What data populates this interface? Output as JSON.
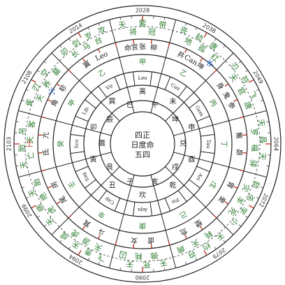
{
  "years": [
    {
      "label": "2028"
    },
    {
      "label": "2038"
    },
    {
      "label": "2049"
    },
    {
      "label": "2064"
    },
    {
      "label": "2072"
    },
    {
      "label": "2079"
    },
    {
      "label": "2090"
    },
    {
      "label": "2094"
    },
    {
      "label": "2099"
    },
    {
      "label": "2103"
    },
    {
      "label": "2108"
    },
    {
      "label": "2014"
    }
  ],
  "outer_sectors": [
    [
      "天",
      "将",
      "紫",
      "冠",
      "带"
    ],
    [
      "丧",
      "地",
      "劫",
      "孤",
      "唐",
      "红"
    ],
    [
      "刃",
      "天",
      "符",
      "官",
      "飞",
      "唐"
    ],
    [
      "天",
      "罗",
      "昌",
      "福",
      "天",
      "驿"
    ],
    [
      "劫",
      "灾",
      "杀",
      "羊",
      "学",
      "死",
      "小"
    ],
    [
      "天",
      "耗",
      "约",
      "天",
      "符",
      "病"
    ],
    [
      "天",
      "微",
      "死",
      "耗",
      "天",
      "囚"
    ],
    [
      "飞",
      "天",
      "贵",
      "游",
      "天",
      "虎",
      "成"
    ],
    [
      "天",
      "虎",
      "病",
      "绝",
      "天",
      "胎"
    ],
    [
      "天",
      "亡",
      "胎",
      "天",
      "吊",
      "客"
    ],
    [
      "雀",
      "天",
      "刃",
      "养",
      "空",
      "墓"
    ],
    [
      "卯",
      "长",
      "剑",
      "马",
      "岁",
      "台",
      "攻"
    ]
  ],
  "inner_sectors": [
    [
      "命宫",
      "张",
      "柳"
    ],
    [
      "井",
      "Can",
      "坤"
    ],
    [
      "身",
      "鬼",
      "参"
    ],
    [
      "觜",
      "昴"
    ],
    [
      "胃",
      "奎"
    ],
    [
      "壁",
      "危"
    ],
    [
      "虚",
      "女"
    ],
    [
      "斗",
      "箕"
    ],
    [
      "尾",
      "房"
    ],
    [
      "氐",
      "亢"
    ],
    [
      "角",
      "轸"
    ],
    [
      "翼",
      "Leo"
    ]
  ],
  "center": {
    "line1": "四正",
    "line2": "日度命",
    "line3": "五四"
  },
  "hub_chars": [
    "离",
    "午",
    "未",
    "坤",
    "申",
    "兑",
    "酉",
    "戌",
    "乾",
    "亥",
    "坎",
    "子",
    "丑",
    "艮",
    "寅",
    "震",
    "卯",
    "辰",
    "巽",
    "巳"
  ],
  "sign_labels": [
    "Leo",
    "Can",
    "Gem",
    "Tau",
    "Ari",
    "Pis",
    "Aqu",
    "Cap",
    "Sag",
    "Sco",
    "Lib",
    "Vir"
  ],
  "stem_labels": [
    "甲",
    "乙",
    "丙",
    "丁",
    "戊",
    "己",
    "庚",
    "辛",
    "壬",
    "癸"
  ]
}
